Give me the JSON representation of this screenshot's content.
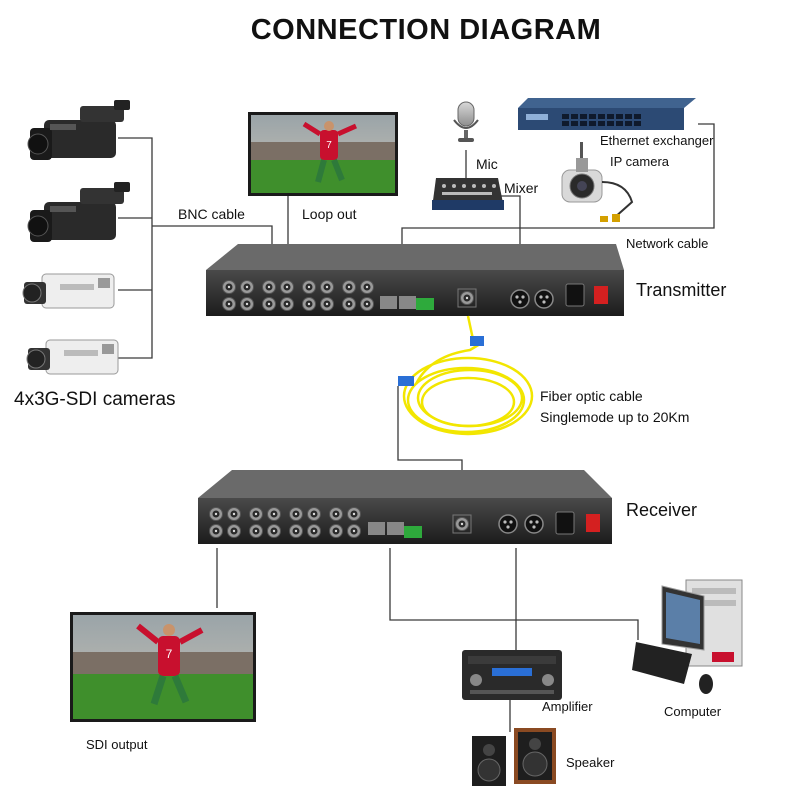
{
  "title": "CONNECTION DIAGRAM",
  "labels": {
    "bnc_cable": "BNC cable",
    "loop_out": "Loop out",
    "mic": "Mic",
    "mixer": "Mixer",
    "ethernet_exchanger": "Ethernet exchanger",
    "ip_camera": "IP camera",
    "network_cable": "Network cable",
    "transmitter": "Transmitter",
    "cameras": "4x3G-SDI cameras",
    "fiber_cable": "Fiber optic cable",
    "singlemode": "Singlemode up to 20Km",
    "receiver": "Receiver",
    "sdi_output": "SDI output",
    "amplifier": "Amplifier",
    "computer": "Computer",
    "speaker": "Speaker"
  },
  "colors": {
    "wire": "#3a3a3a",
    "fiber": "#f2e600",
    "chassis": "#2b2b2b",
    "power_switch": "#d42020",
    "jersey": "#c8102e",
    "grass": "#3f8f2c",
    "terminal_block": "#2eaa3c"
  },
  "icons": {
    "camcorder": "camcorder-icon",
    "box_camera": "box-camera-icon",
    "monitor": "monitor-icon",
    "microphone": "microphone-icon",
    "mixer": "mixer-icon",
    "switch": "network-switch-icon",
    "ip_camera": "ip-camera-icon",
    "rack_device": "rack-device-icon",
    "fiber_coil": "fiber-coil-icon",
    "amplifier": "amplifier-icon",
    "computer": "computer-icon",
    "speaker": "speaker-icon"
  }
}
